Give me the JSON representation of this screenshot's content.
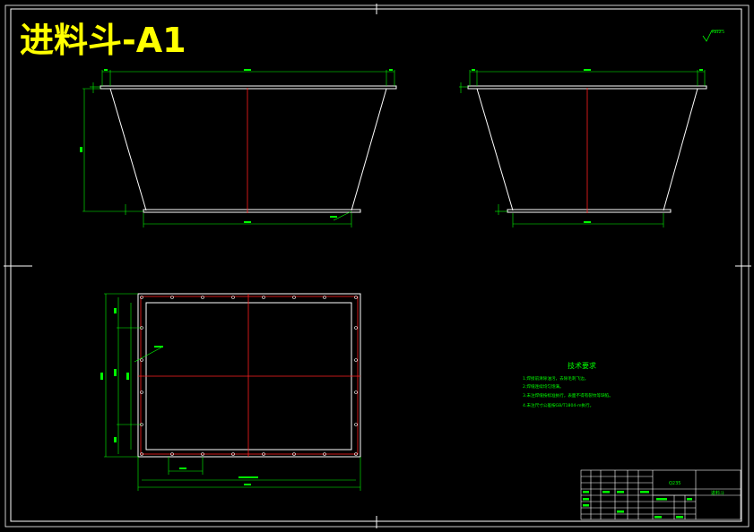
{
  "title": "进料斗-A1",
  "roughness_note": "Ra12.5",
  "tech_requirements": {
    "heading": "技术要求",
    "items": [
      "1.焊接前清除油污，去除毛刺飞边。",
      "2.焊缝连续均匀饱满。",
      "3.未注焊缝按标准执行，表面不得有裂纹等缺陷。",
      "4.未注尺寸公差按GB/T1804-m执行。"
    ]
  },
  "title_block": {
    "material": "Q235",
    "name": "进料斗"
  },
  "colors": {
    "outline": "#ffffff",
    "dimension": "#00ff00",
    "centerline": "#ff2020",
    "title": "#ffff00",
    "background": "#000000"
  }
}
